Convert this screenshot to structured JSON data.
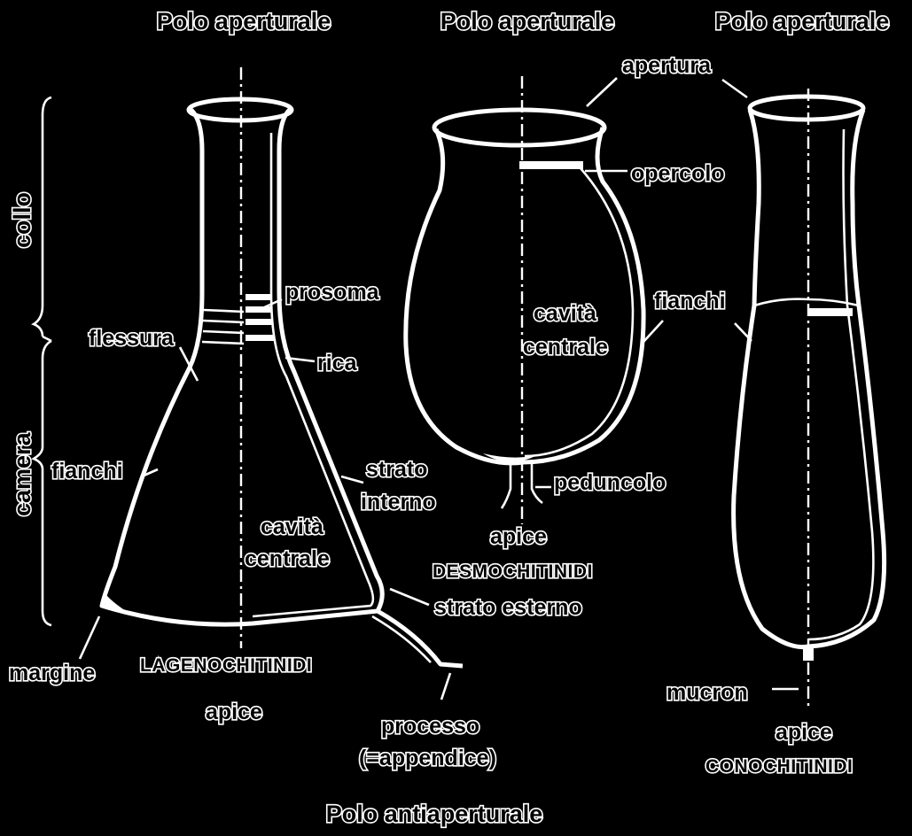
{
  "labels": {
    "polo_aperturale_1": "Polo aperturale",
    "polo_aperturale_2": "Polo aperturale",
    "polo_aperturale_3": "Polo aperturale",
    "collo": "collo",
    "camera": "camera",
    "flessura": "flessura",
    "prosoma": "prosoma",
    "rica": "rica",
    "fianchi_1": "fianchi",
    "strato_interno_1": "strato",
    "strato_interno_2": "interno",
    "cavita_centrale_1_a": "cavità",
    "cavita_centrale_1_b": "centrale",
    "strato_esterno": "strato esterno",
    "margine": "margine",
    "lagenochitinidi": "LAGENOCHITINIDI",
    "apice_1": "apice",
    "processo_1": "processo",
    "processo_2": "(=appendice)",
    "polo_antiaperturale": "Polo antiaperturale",
    "apertura": "apertura",
    "opercolo": "opercolo",
    "cavita_centrale_2_a": "cavità",
    "cavita_centrale_2_b": "centrale",
    "peduncolo": "peduncolo",
    "apice_2": "apice",
    "desmochitinidi": "DESMOCHITINIDI",
    "fianchi_2": "fianchi",
    "mucron": "mucron",
    "apice_3": "apice",
    "conochitinidi": "CONOCHITINIDI"
  },
  "colors": {
    "background": "#000000",
    "foreground": "#ffffff"
  }
}
